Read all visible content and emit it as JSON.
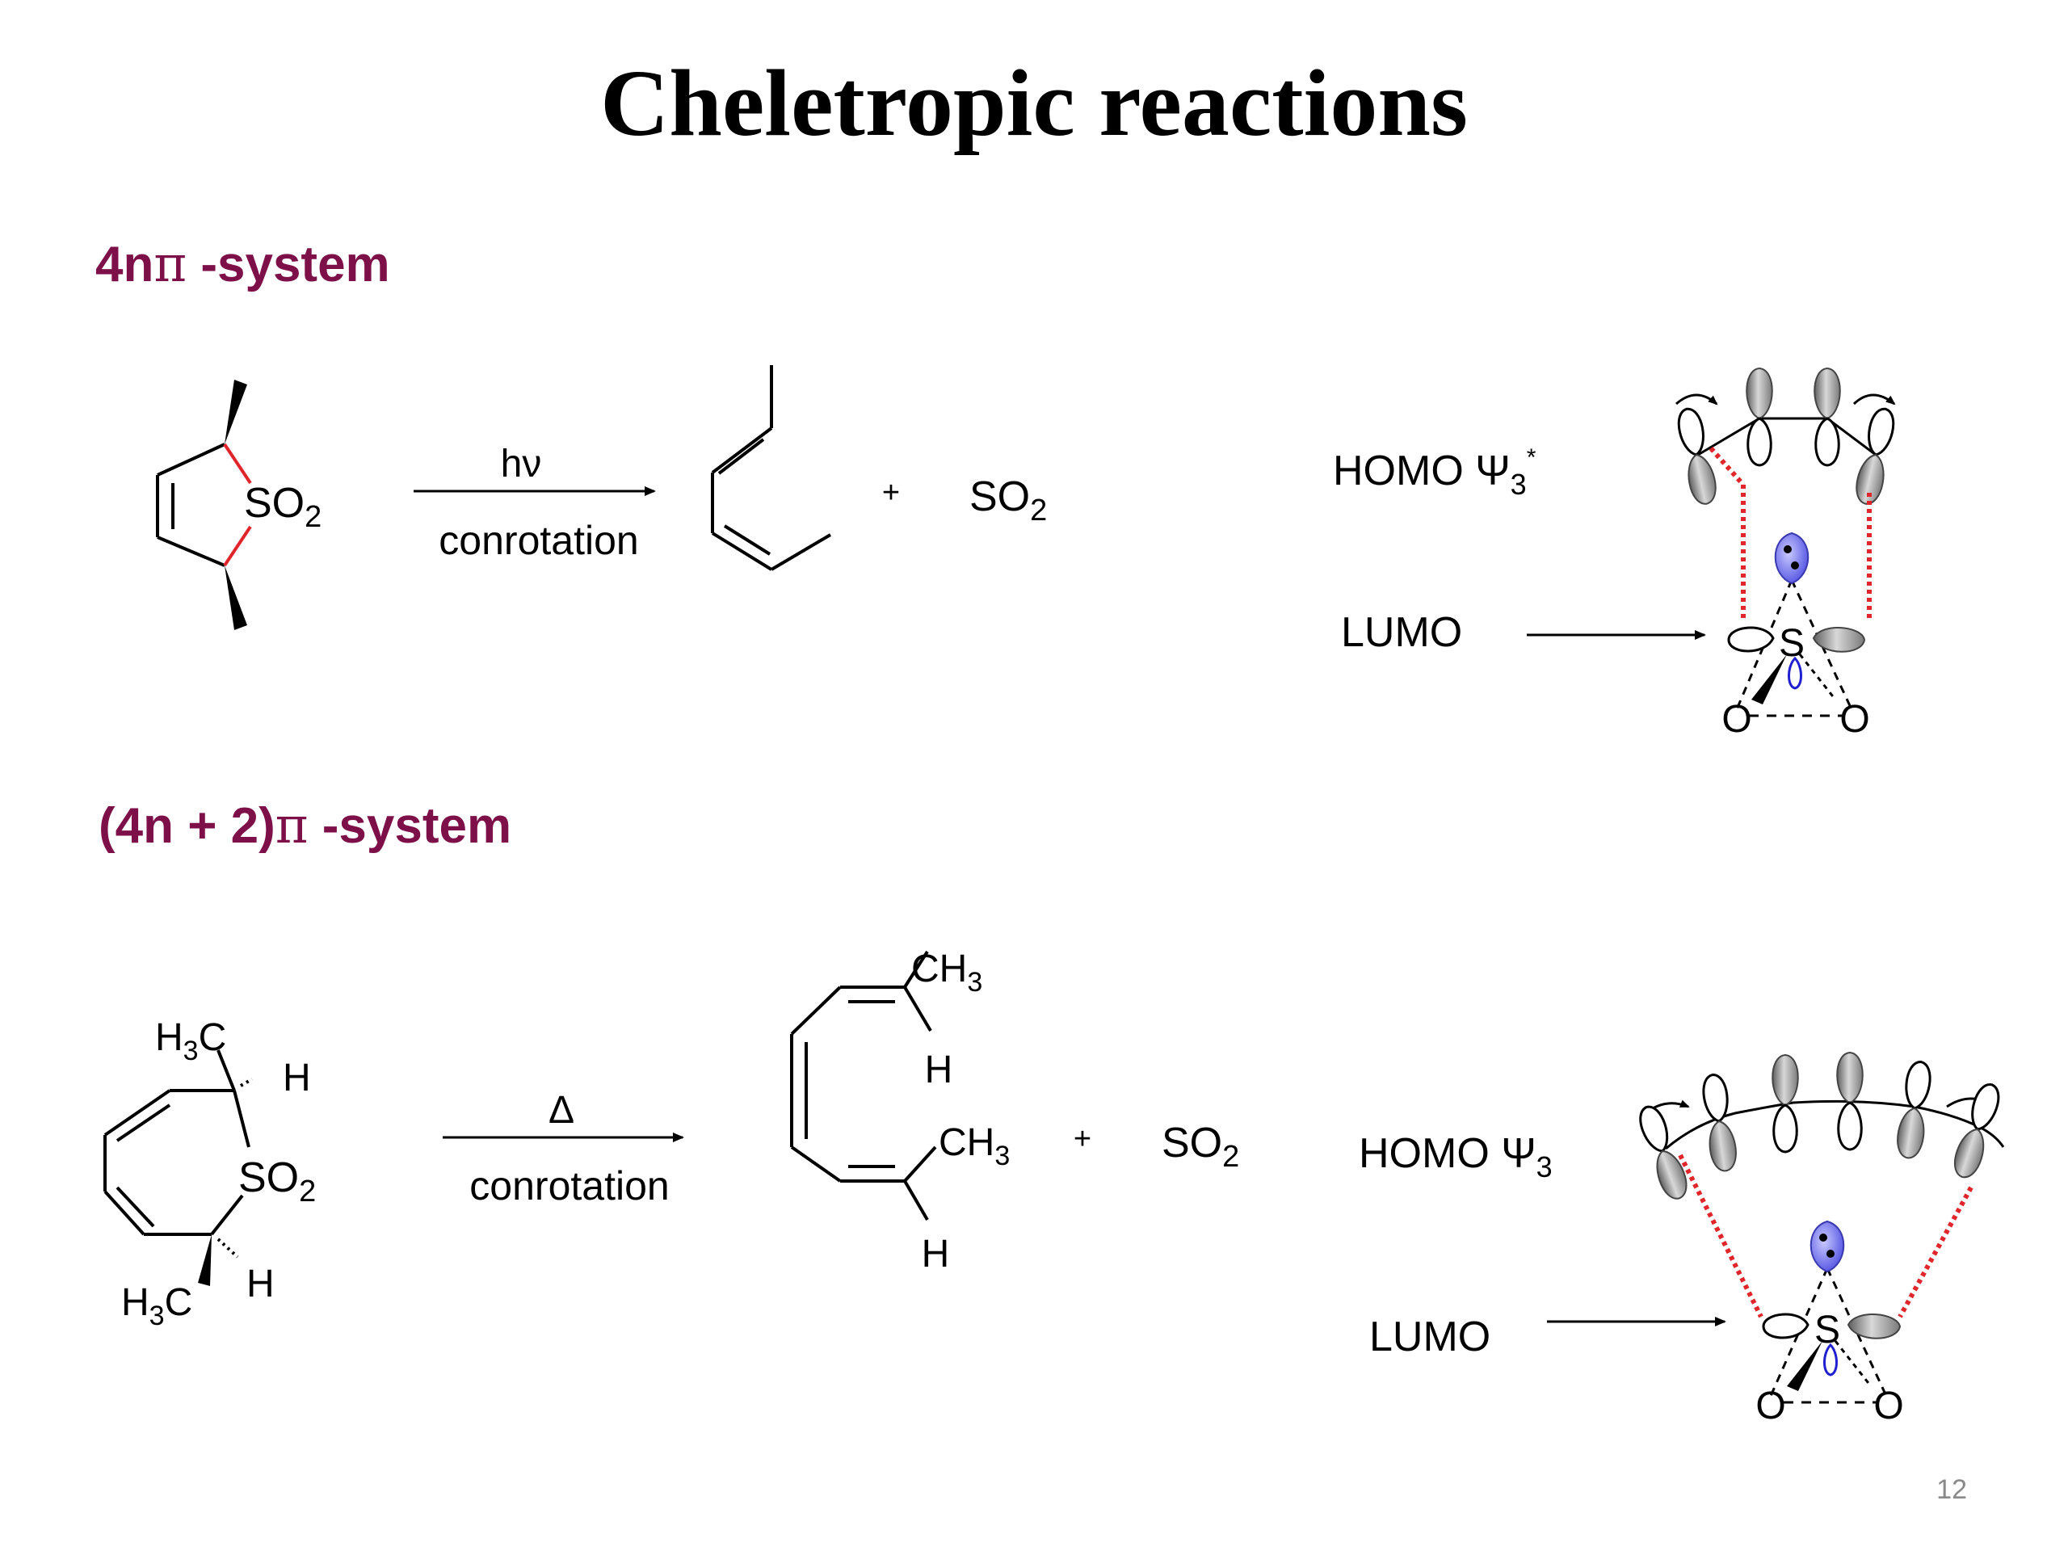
{
  "slide": {
    "title": "Cheletropic reactions",
    "page_number": "12"
  },
  "section1": {
    "heading_prefix": "4n",
    "heading_pi": "π",
    "heading_suffix": " -system",
    "reactant_group": "SO",
    "reactant_sub": "2",
    "arrow_top": "hν",
    "arrow_bottom": "conrotation",
    "plus": "+",
    "product_main": "SO",
    "product_sub": "2",
    "homo_label": "HOMO Ψ",
    "homo_sub": "3",
    "homo_sup": "*",
    "lumo_label": "LUMO",
    "s_atom": "S",
    "o_atom": "O"
  },
  "section2": {
    "heading_prefix": "(4n + 2)",
    "heading_pi": "π",
    "heading_suffix": " -system",
    "reactant_group": "SO",
    "reactant_sub": "2",
    "methyl_top": "H",
    "methyl_top_sub": "3",
    "methyl_top_c": "C",
    "h_top": "H",
    "methyl_bottom": "H",
    "methyl_bottom_sub": "3",
    "methyl_bottom_c": "C",
    "h_bottom": "H",
    "arrow_top": "Δ",
    "arrow_bottom": "conrotation",
    "prod_ch3_top": "CH",
    "prod_ch3_top_sub": "3",
    "prod_h_top": "H",
    "prod_ch3_mid": "CH",
    "prod_ch3_mid_sub": "3",
    "prod_h_bottom": "H",
    "plus": "+",
    "product_main": "SO",
    "product_sub": "2",
    "homo_label": "HOMO Ψ",
    "homo_sub": "3",
    "lumo_label": "LUMO",
    "s_atom": "S",
    "o_atom": "O"
  },
  "colors": {
    "heading": "#7d1048",
    "red_bond": "#e0262a",
    "lone_pair_blue": "#5a5aff",
    "lobe_gray": "#9a9a9a"
  }
}
